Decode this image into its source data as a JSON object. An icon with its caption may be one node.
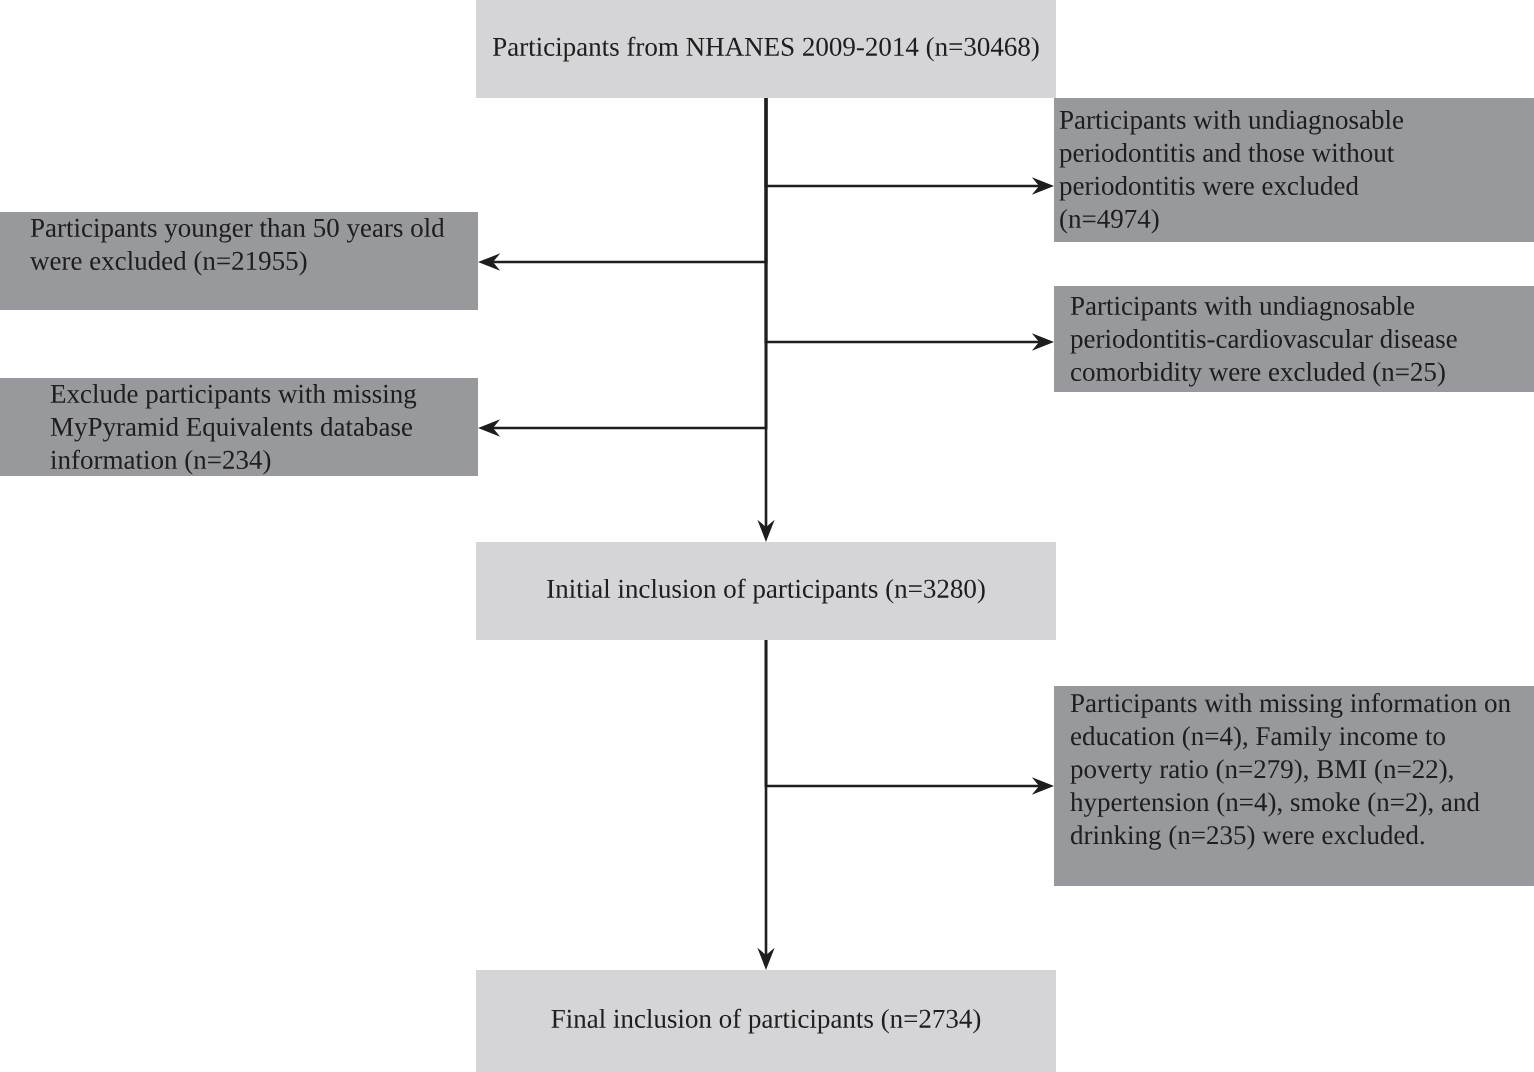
{
  "diagram": {
    "nodes": [
      {
        "text": [
          "Participants from NHANES 2009-2014 (n=30468)"
        ]
      },
      {
        "text": [
          "Participants with undiagnosable periodontitis and those without periodontitis were excluded (n=4974)"
        ]
      },
      {
        "text": [
          "Participants younger than 50 years old were excluded (n=21955)"
        ]
      },
      {
        "text": [
          "Participants with undiagnosable periodontitis-cardiovascular disease comorbidity were excluded (n=25)"
        ]
      },
      {
        "text": [
          "Exclude participants with missing MyPyramid Equivalents database information (n=234)"
        ]
      },
      {
        "text": [
          "Initial inclusion of participants (n=3280)"
        ]
      },
      {
        "text": [
          "Participants with missing information on education (n=4), Family income to poverty ratio (n=279), BMI (n=22), hypertension (n=4), smoke (n=2), and drinking (n=235) were excluded."
        ]
      },
      {
        "text": [
          "Final inclusion of participants (n=2734)"
        ]
      }
    ],
    "edges": [
      {
        "from": 0,
        "to": 1,
        "arrow": "to"
      },
      {
        "from": 0,
        "to": 2,
        "arrow": "to"
      },
      {
        "from": 0,
        "to": 3,
        "arrow": "to"
      },
      {
        "from": 0,
        "to": 4,
        "arrow": "to"
      },
      {
        "from": 0,
        "to": 5,
        "arrow": "to"
      },
      {
        "from": 5,
        "to": 6,
        "arrow": "to"
      },
      {
        "from": 5,
        "to": 7,
        "arrow": "to"
      }
    ]
  }
}
